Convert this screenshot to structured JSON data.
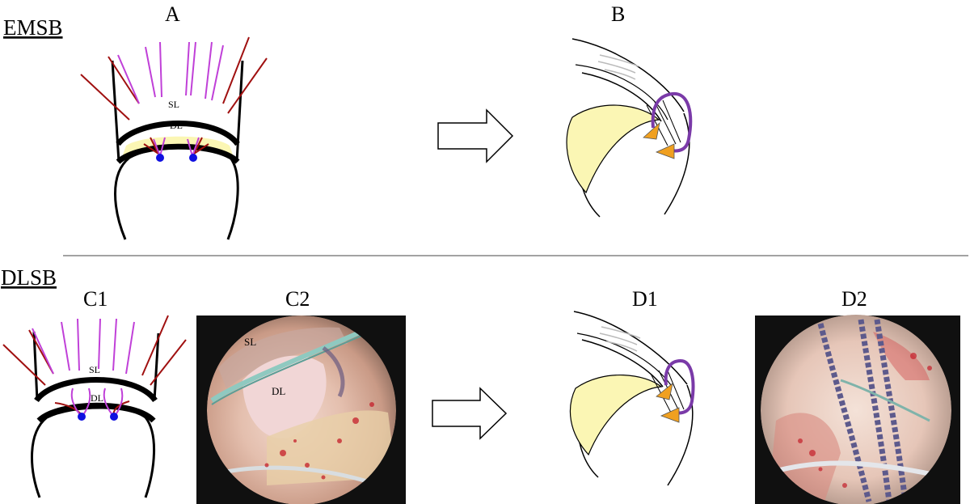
{
  "sections": {
    "top": {
      "label": "EMSB"
    },
    "bottom": {
      "label": "DLSB"
    }
  },
  "panels": {
    "a": {
      "label": "A",
      "sl": "SL",
      "dl": "DL"
    },
    "b": {
      "label": "B"
    },
    "c1": {
      "label": "C1",
      "sl": "SL",
      "dl": "DL"
    },
    "c2": {
      "label": "C2",
      "sl": "SL",
      "dl": "DL"
    },
    "d1": {
      "label": "D1"
    },
    "d2": {
      "label": "D2"
    }
  },
  "colors": {
    "suture_red": "#a01010",
    "suture_magenta": "#c040d8",
    "anchor_blue": "#1010e0",
    "cartilage_yellow": "#fbf6b4",
    "suture_purple": "#7a3aa8",
    "arrowhead_orange": "#f0a020"
  }
}
